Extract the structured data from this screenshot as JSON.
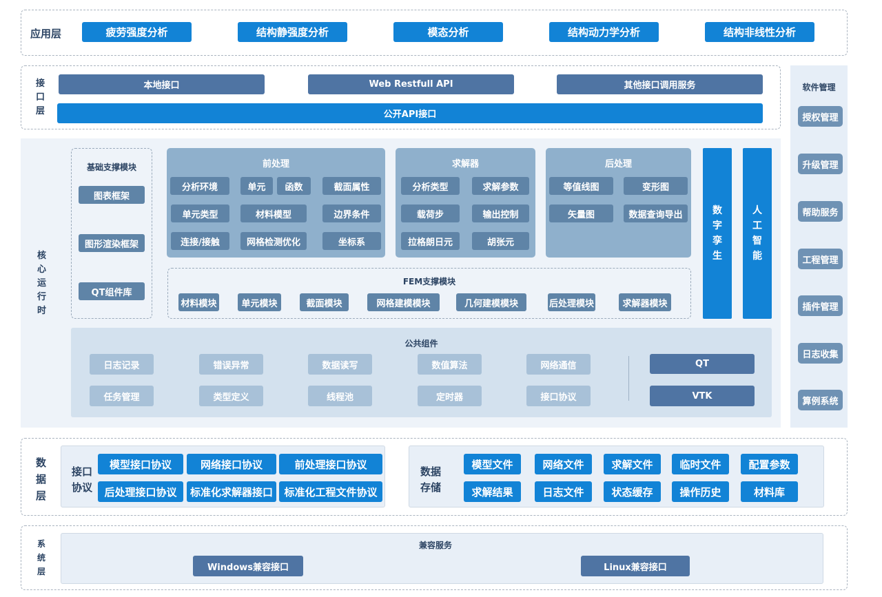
{
  "colors": {
    "accent_blue": "#1283d6",
    "slate": "#4f74a3",
    "panel": "#8fb0cc",
    "core_bg": "#eef3f9"
  },
  "app_layer": {
    "label": "应用层",
    "items": [
      "疲劳强度分析",
      "结构静强度分析",
      "模态分析",
      "结构动力学分析",
      "结构非线性分析"
    ]
  },
  "interface_layer": {
    "label": "接口层",
    "items": [
      "本地接口",
      "Web Restfull API",
      "其他接口调用服务"
    ],
    "public_api": "公开API接口"
  },
  "software_mgmt": {
    "title": "软件管理",
    "items": [
      "授权管理",
      "升级管理",
      "帮助服务",
      "工程管理",
      "插件管理",
      "日志收集",
      "算例系统"
    ]
  },
  "core": {
    "label": "核心运行时",
    "basic_support": {
      "title": "基础支撑模块",
      "items": [
        "图表框架",
        "图形渲染框架",
        "QT组件库"
      ]
    },
    "preprocess": {
      "title": "前处理",
      "items": [
        "分析环境",
        "单元",
        "函数",
        "截面属性",
        "单元类型",
        "材料模型",
        "边界条件",
        "连接/接触",
        "网格检测优化",
        "坐标系"
      ]
    },
    "solver": {
      "title": "求解器",
      "items": [
        "分析类型",
        "求解参数",
        "载荷步",
        "输出控制",
        "拉格朗日元",
        "胡张元"
      ]
    },
    "postprocess": {
      "title": "后处理",
      "items": [
        "等值线图",
        "变形图",
        "矢量图",
        "数据查询导出"
      ]
    },
    "fem": {
      "title": "FEM支撑模块",
      "items": [
        "材料模块",
        "单元模块",
        "截面模块",
        "网格建模模块",
        "几何建模模块",
        "后处理模块",
        "求解器模块"
      ]
    },
    "digital_twin": "数字孪生",
    "ai": "人工智能",
    "public_components": {
      "title": "公共组件",
      "items": [
        "日志记录",
        "错误异常",
        "数据读写",
        "数值算法",
        "网络通信",
        "任务管理",
        "类型定义",
        "线程池",
        "定时器",
        "接口协议"
      ],
      "qt": "QT",
      "vtk": "VTK"
    }
  },
  "data_layer": {
    "label": "数据层",
    "protocol": {
      "label": "接口协议",
      "items": [
        "模型接口协议",
        "网络接口协议",
        "前处理接口协议",
        "后处理接口协议",
        "标准化求解器接口",
        "标准化工程文件协议"
      ]
    },
    "storage": {
      "label": "数据存储",
      "items": [
        "模型文件",
        "网络文件",
        "求解文件",
        "临时文件",
        "配置参数",
        "求解结果",
        "日志文件",
        "状态缓存",
        "操作历史",
        "材料库"
      ]
    }
  },
  "system_layer": {
    "label": "系统层",
    "compat": {
      "title": "兼容服务",
      "windows": "Windows兼容接口",
      "linux": "Linux兼容接口"
    }
  }
}
